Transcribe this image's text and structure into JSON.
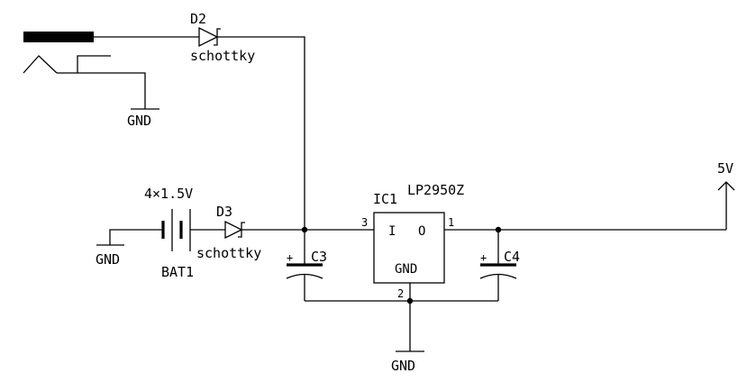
{
  "components": {
    "d2": {
      "ref": "D2",
      "value": "schottky"
    },
    "d3": {
      "ref": "D3",
      "value": "schottky"
    },
    "battery": {
      "ref": "BAT1",
      "value": "4×1.5V"
    },
    "ic1": {
      "ref": "IC1",
      "value": "LP2950Z",
      "pin_in": "I",
      "pin_out": "O",
      "pin_gnd": "GND",
      "pin3": "3",
      "pin1": "1",
      "pin2": "2"
    },
    "c3": {
      "ref": "C3",
      "polarity": "+"
    },
    "c4": {
      "ref": "C4",
      "polarity": "+"
    }
  },
  "nets": {
    "gnd_jack": "GND",
    "gnd_battery": "GND",
    "gnd_main": "GND",
    "vout": "5V"
  },
  "colors": {
    "ink": "#000000",
    "background": "#ffffff"
  }
}
